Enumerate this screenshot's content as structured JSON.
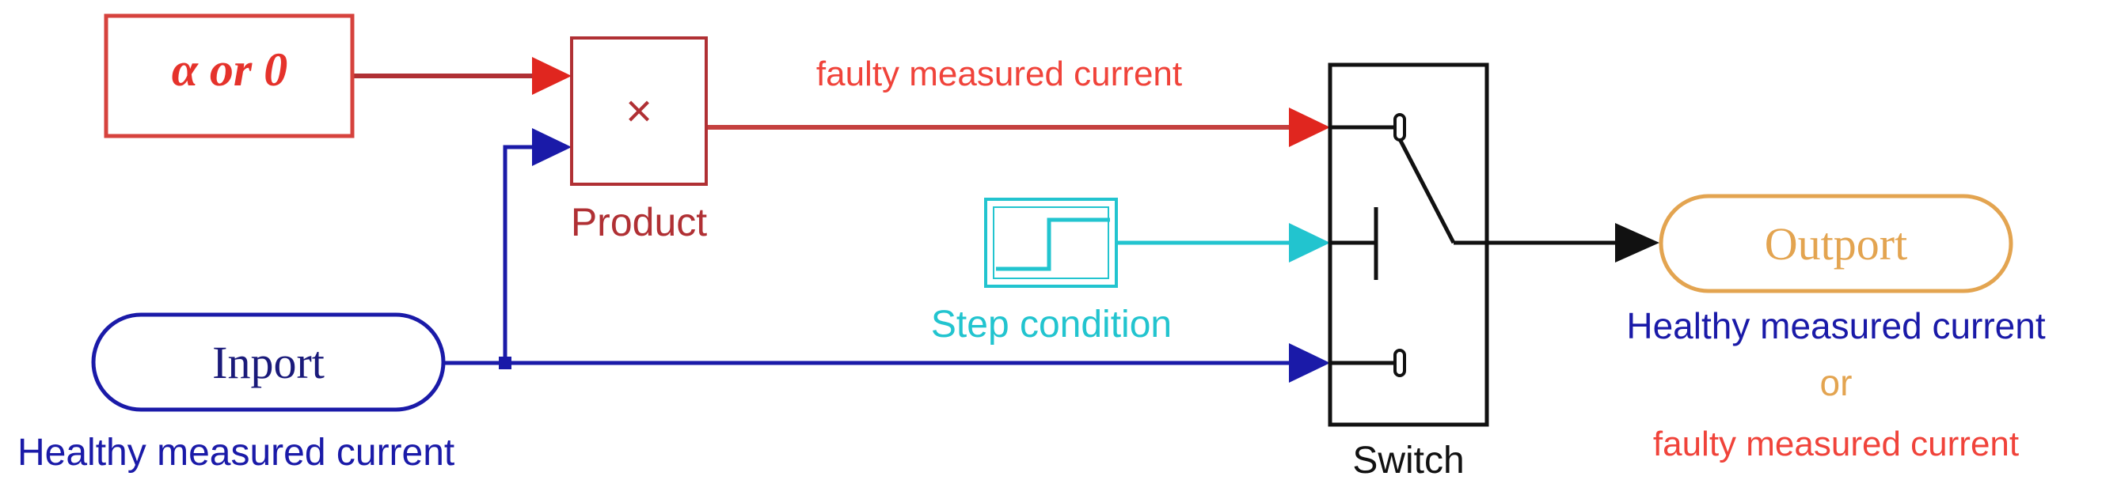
{
  "colors": {
    "red_block": "#d6423d",
    "red_text": "#f0433a",
    "dark_red": "#b03034",
    "product_wire": "#c5403f",
    "blue": "#1a1aa8",
    "teal": "#22c4cf",
    "orange": "#e3a450",
    "black": "#111111"
  },
  "blocks": {
    "constant": {
      "label": "α or 0"
    },
    "product": {
      "symbol": "×",
      "label": "Product"
    },
    "step": {
      "label": "Step condition"
    },
    "inport": {
      "label": "Inport",
      "caption": "Healthy measured current"
    },
    "switch": {
      "label": "Switch"
    },
    "outport": {
      "label": "Outport",
      "caption_line1": "Healthy measured current",
      "caption_line2": "or",
      "caption_line3": "faulty measured current"
    }
  },
  "signals": {
    "product_output": "faulty measured current"
  }
}
